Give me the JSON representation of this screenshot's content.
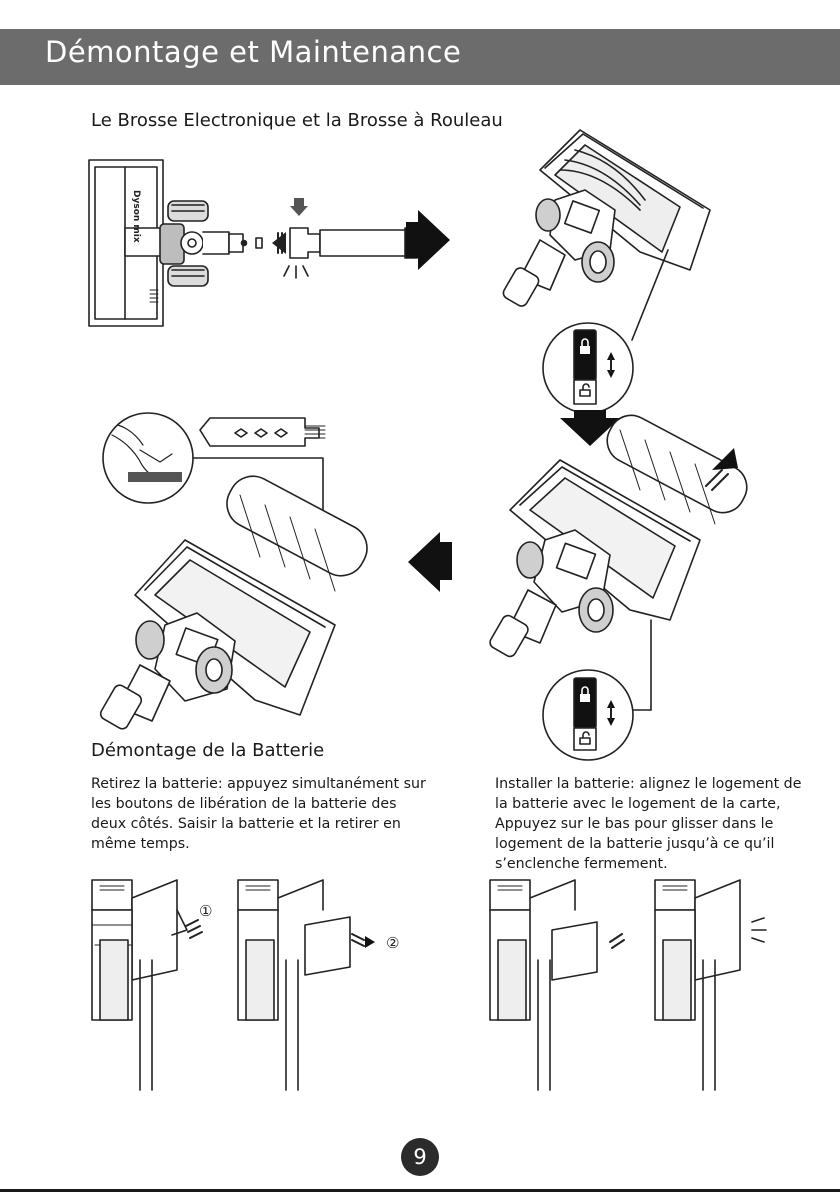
{
  "header": {
    "title": "Démontage et Maintenance"
  },
  "section_brush": {
    "title": "Le Brosse Electronique et la Brosse à Rouleau"
  },
  "section_battery": {
    "title": "Démontage de la Batterie",
    "remove_lines": [
      "Retirez la batterie: appuyez simultanément sur",
      "les boutons de libération de la batterie des",
      "deux côtés. Saisir la batterie et la retirer en",
      "même temps."
    ],
    "install_lines": [
      "Installer la batterie: alignez le logement de",
      "la batterie avec le logement de la carte,",
      "Appuyez sur le bas pour glisser dans le",
      "logement de la batterie jusqu’à ce qu’il",
      "s’enclenche fermement."
    ]
  },
  "brand_text": "Dyson mix",
  "step_markers": {
    "step1": "①",
    "step2": "②"
  },
  "page": {
    "number": "9"
  },
  "colors": {
    "header_band": "#6c6c6c",
    "header_text": "#ffffff",
    "badge": "#2b2b2b"
  }
}
